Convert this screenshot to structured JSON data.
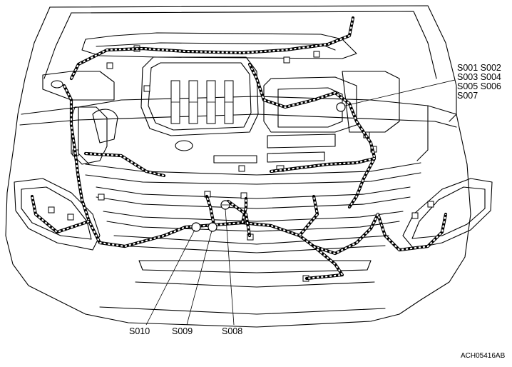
{
  "figure": {
    "drawing_code": "ACH05416AB"
  },
  "callouts": {
    "top_right": {
      "lines": [
        "S001 S002",
        "S003 S004",
        "S005 S006",
        "S007"
      ]
    },
    "bottom": [
      {
        "id": "s010",
        "label": "S010"
      },
      {
        "id": "s009",
        "label": "S009"
      },
      {
        "id": "s008",
        "label": "S008"
      }
    ]
  }
}
